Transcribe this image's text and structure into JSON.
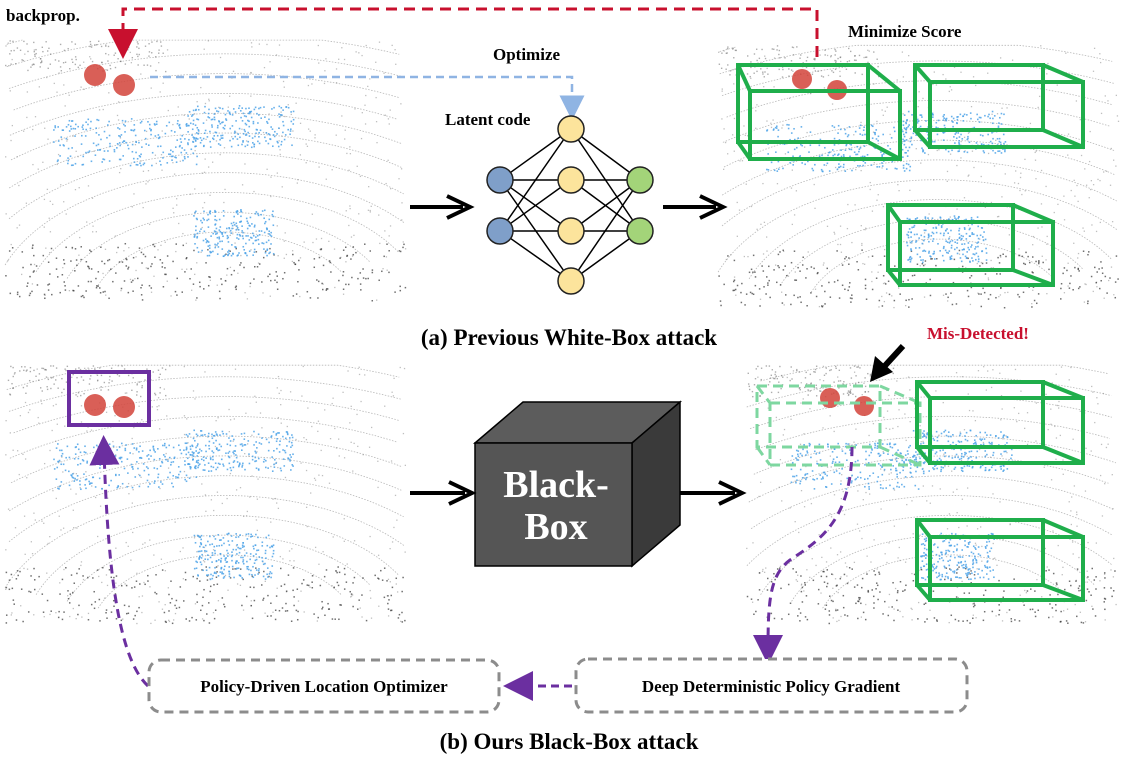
{
  "labels": {
    "backprop": "backprop.",
    "optimize": "Optimize",
    "latent_code": "Latent code",
    "minimize_score": "Minimize Score",
    "caption_a": "(a) Previous White-Box attack",
    "mis_detected": "Mis-Detected!",
    "blackbox_line1": "Black-",
    "blackbox_line2": "Box",
    "ddpg": "Deep Deterministic Policy Gradient",
    "policy_optimizer": "Policy-Driven Location Optimizer",
    "caption_b": "(b) Ours Black-Box attack"
  },
  "colors": {
    "backprop_arrow": "#c8102e",
    "optimize_arrow": "#8fb4e3",
    "policy_arrow": "#6b2fa0",
    "detection_box": "#1fae4b",
    "misdetected_text": "#c8102e",
    "input_node": "#7f9fc9",
    "hidden_node": "#fce49c",
    "output_node": "#a3d479",
    "blackbox_face": "#555555",
    "point_car": "#4da3e8",
    "point_ground": "#8a8a8a",
    "adversarial_points": "#c0392b"
  },
  "network": {
    "layers": [
      2,
      4,
      2
    ]
  },
  "icons": {
    "nn": "neural-network-icon",
    "blackbox": "cube-icon"
  }
}
